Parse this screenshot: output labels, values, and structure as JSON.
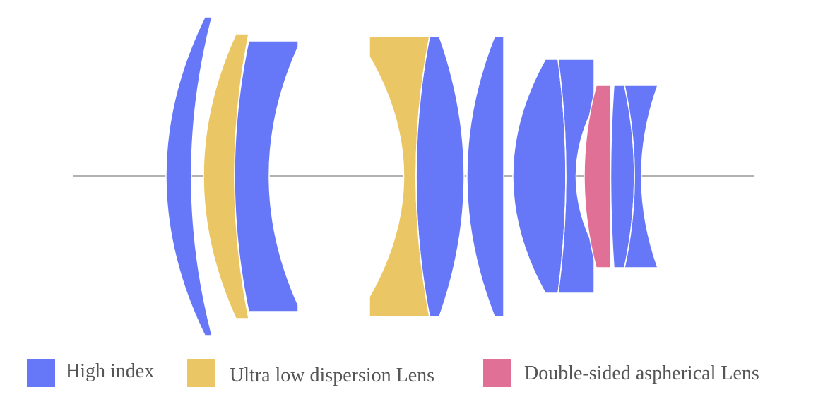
{
  "colors": {
    "high_index": "#6677F7",
    "ultra_low_dispersion": "#EBC665",
    "aspherical": "#E07095",
    "axis": "#999999",
    "separator": "#ffffff"
  },
  "legend": {
    "high_index_label": "High index",
    "ultra_low_dispersion_label": "Ultra low dispersion Lens",
    "aspherical_label": "Double-sided aspherical Lens"
  }
}
